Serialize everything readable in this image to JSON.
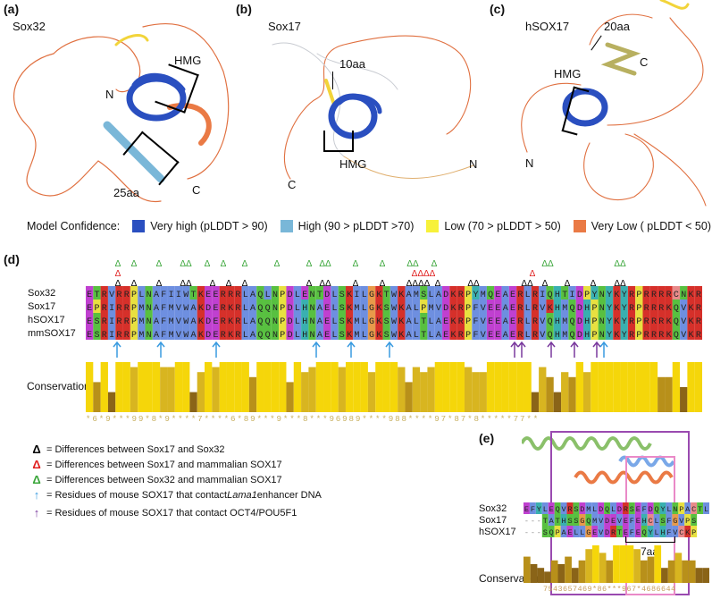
{
  "panel_a": {
    "label": "(a)",
    "title": "Sox32",
    "hmg": "HMG",
    "n": "N",
    "c": "C",
    "len": "25aa"
  },
  "panel_b": {
    "label": "(b)",
    "title": "Sox17",
    "hmg": "HMG",
    "n": "N",
    "c": "C",
    "len": "10aa"
  },
  "panel_c": {
    "label": "(c)",
    "title": "hSOX17",
    "hmg": "HMG",
    "n": "N",
    "c": "C",
    "len": "20aa"
  },
  "confidence": {
    "title": "Model Confidence:",
    "items": [
      {
        "label": "Very high (pLDDT > 90)",
        "color": "#2a4fc0"
      },
      {
        "label": "High (90 > pLDDT >70)",
        "color": "#79b7d8"
      },
      {
        "label": "Low (70 > pLDDT > 50)",
        "color": "#f7f13a"
      },
      {
        "label": "Very Low ( pLDDT  < 50)",
        "color": "#ea7a45"
      }
    ]
  },
  "panel_d": {
    "label": "(d)",
    "names": [
      "Sox32",
      "Sox17",
      "hSOX17",
      "mmSOX17"
    ],
    "sequences": [
      "ETRVRRPLNAFIIWTKEERRRLAQLNPDLENTDLSKILGKTWKAMSLADKRPYMQEAERLRIQHTIDPYNYKYRPRRRRCNKR",
      "EPRIRRPMNAFMVWAKDERKRLAQQNPDLHNAELSKMLGKSWKALPMVDKRPFVEEAERLRVKHMQDHPNYKYRPRRRKQVKR",
      "ESRIRRPMNAFMVWAKDERKRLAQQNPDLHNAELSKMLGKSWKALTLAEKRPFVEEAERLRVQHMQDHPNYKYRPRRRKQVKR",
      "ESRIRRPMNAFMVWAKDERKRLAQQNPDLHNAELSKMLGKSWKALTLAEKRPFVEEAERLRVQHMQDHPNYKYRPRRRKQVKR"
    ],
    "conservation_title": "Conservation",
    "conservation_text": "*6*9***99*8*9****7****6*89***9***8***96989****988****97*87*8*****77**",
    "conservation_values": [
      10,
      6,
      10,
      4,
      10,
      10,
      9,
      10,
      10,
      10,
      9,
      9,
      10,
      10,
      4,
      8,
      10,
      9,
      10,
      10,
      10,
      10,
      7,
      10,
      10,
      10,
      10,
      6,
      10,
      8,
      9,
      10,
      10,
      10,
      9,
      10,
      10,
      10,
      8,
      10,
      10,
      10,
      9,
      6,
      9,
      8,
      9,
      10,
      10,
      10,
      10,
      9,
      8,
      8,
      10,
      10,
      10,
      10,
      10,
      10,
      4,
      9,
      7,
      4,
      8,
      7,
      10,
      8,
      10,
      10,
      10,
      10,
      10,
      10,
      10,
      10,
      10,
      7,
      7,
      10,
      5,
      10,
      10
    ]
  },
  "legend": [
    {
      "mark": "Δ",
      "color": "#000000",
      "text": "= Differences between Sox17 and Sox32"
    },
    {
      "mark": "Δ",
      "color": "#e02020",
      "text": "= Differences between Sox17 and mammalian SOX17"
    },
    {
      "mark": "Δ",
      "color": "#3aa63a",
      "text": "= Differences between Sox32 and mammalian SOX17"
    },
    {
      "mark": "↑",
      "color": "#3a9be0",
      "text_a": "= Residues of mouse SOX17 that contact ",
      "text_i": "Lama1",
      "text_b": " enhancer DNA"
    },
    {
      "mark": "↑",
      "color": "#7a3a9e",
      "text": "= Residues of mouse SOX17 that contact OCT4/POU5F1"
    }
  ],
  "panel_e": {
    "label": "(e)",
    "names": [
      "Sox32",
      "Sox17",
      "hSOX17"
    ],
    "sequences": [
      "EFYLEQVRSDMLDQLDRSEFDQYLNPACTL",
      "---TATHSSGQMVDEVEFEHCLSFGVPS",
      "---SQPAELLGEVDRTEFEQYLHFVCKP"
    ],
    "conservation_title": "Conservation",
    "conservation_text": "7543657469*86***967*4686644",
    "len": "7aa"
  }
}
